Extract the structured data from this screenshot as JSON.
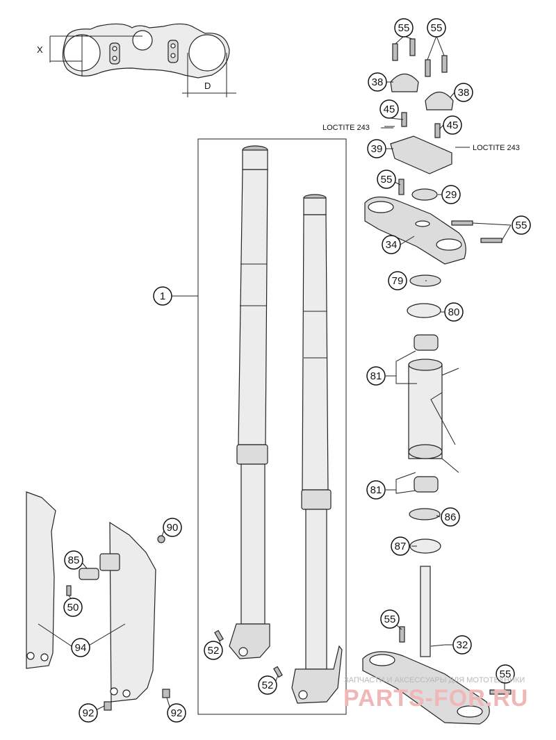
{
  "callouts": [
    {
      "id": "c-55a",
      "label": "55"
    },
    {
      "id": "c-55b",
      "label": "55"
    },
    {
      "id": "c-38a",
      "label": "38"
    },
    {
      "id": "c-38b",
      "label": "38"
    },
    {
      "id": "c-45a",
      "label": "45"
    },
    {
      "id": "c-45b",
      "label": "45"
    },
    {
      "id": "c-39",
      "label": "39"
    },
    {
      "id": "c-55c",
      "label": "55"
    },
    {
      "id": "c-29",
      "label": "29"
    },
    {
      "id": "c-55d",
      "label": "55"
    },
    {
      "id": "c-34",
      "label": "34"
    },
    {
      "id": "c-79",
      "label": "79"
    },
    {
      "id": "c-80",
      "label": "80"
    },
    {
      "id": "c-81a",
      "label": "81"
    },
    {
      "id": "c-81b",
      "label": "81"
    },
    {
      "id": "c-86",
      "label": "86"
    },
    {
      "id": "c-87",
      "label": "87"
    },
    {
      "id": "c-55e",
      "label": "55"
    },
    {
      "id": "c-32",
      "label": "32"
    },
    {
      "id": "c-55f",
      "label": "55"
    },
    {
      "id": "c-1",
      "label": "1"
    },
    {
      "id": "c-90",
      "label": "90"
    },
    {
      "id": "c-85",
      "label": "85"
    },
    {
      "id": "c-50",
      "label": "50"
    },
    {
      "id": "c-94",
      "label": "94"
    },
    {
      "id": "c-52a",
      "label": "52"
    },
    {
      "id": "c-52b",
      "label": "52"
    },
    {
      "id": "c-92a",
      "label": "92"
    },
    {
      "id": "c-92b",
      "label": "92"
    }
  ],
  "notes": {
    "loctite_left": "LOCTITE 243",
    "loctite_right": "LOCTITE 243"
  },
  "dimensions": {
    "x_label": "X",
    "d_label": "D"
  },
  "watermark": {
    "caption": "ЗАПЧАСТИ И АКСЕССУАРЫ ДЛЯ МОТОТЕХНИКИ",
    "brand": "PARTS-FOR.RU"
  }
}
